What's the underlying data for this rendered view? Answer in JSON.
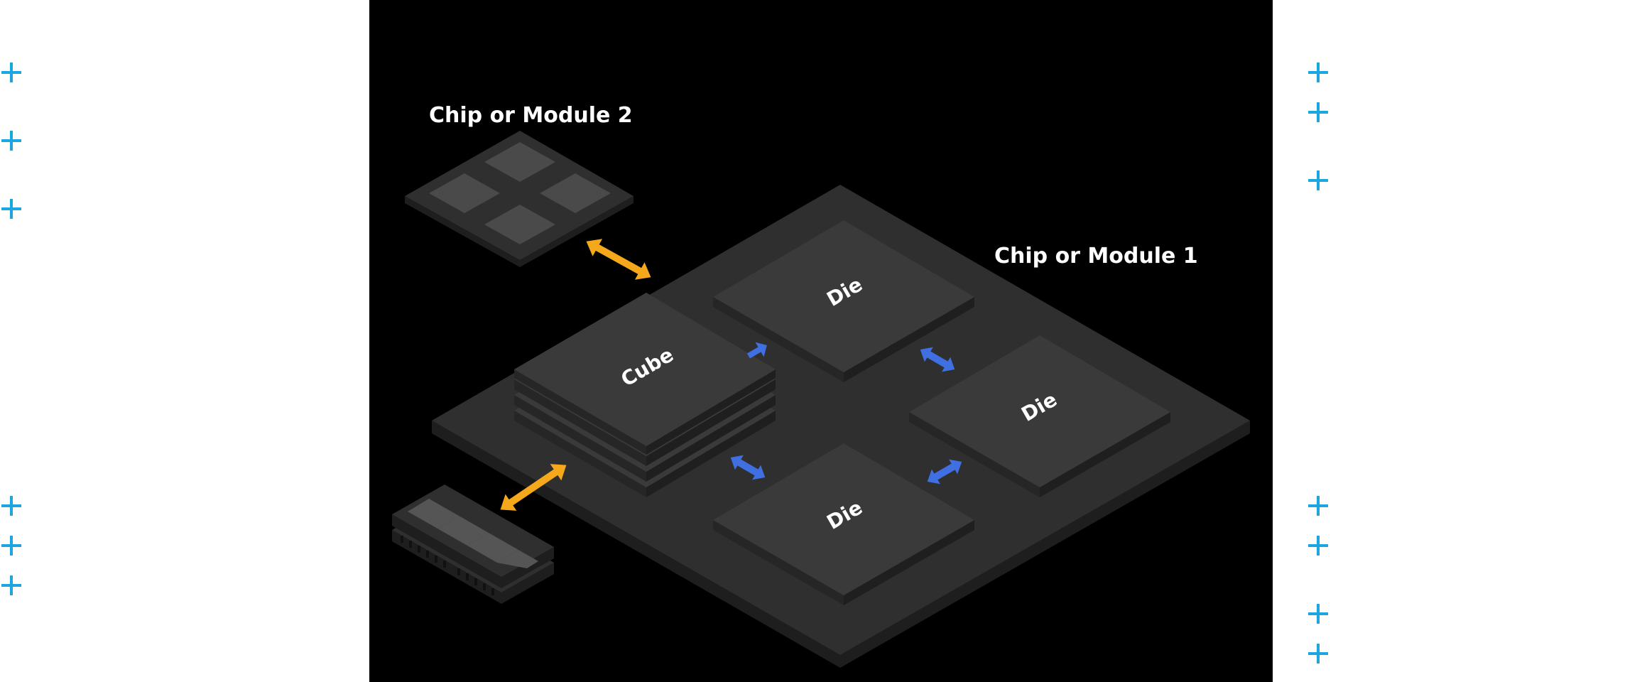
{
  "diagram": {
    "chip_module_2_label": "Chip or Module 2",
    "chip_module_1_label": "Chip or Module 1",
    "cube_label": "Cube",
    "die_labels": [
      "Die",
      "Die",
      "Die"
    ]
  },
  "colors": {
    "page_background": "#ffffff",
    "panel_background": "#000000",
    "substrate_top": "#2f2f2f",
    "substrate_side": "#1e1e1e",
    "block_top": "#3a3a3a",
    "block_side": "#262626",
    "package_die": "#4a4a4a",
    "label_text": "#ffffff",
    "external_link_arrow": "#f5a81c",
    "internal_link_arrow": "#3f6fe0",
    "plus_mark": "#1ba6e0"
  },
  "decorations": {
    "plus_mark_icon": "plus-icon"
  }
}
